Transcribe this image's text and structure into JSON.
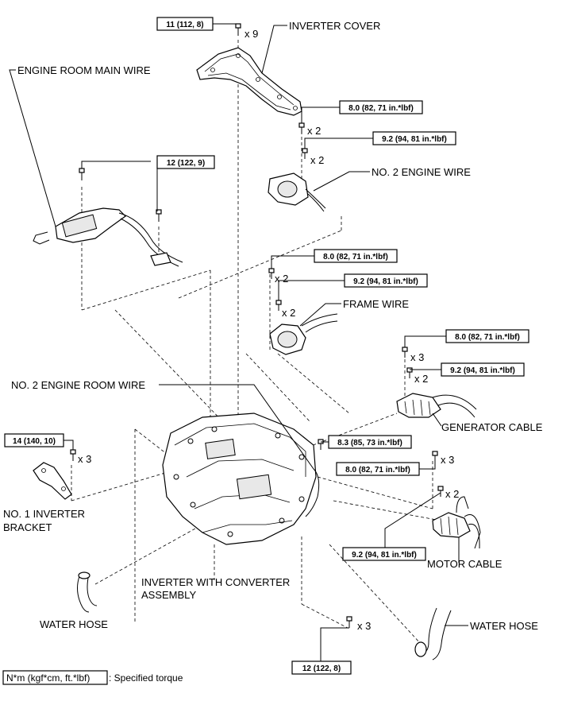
{
  "parts": {
    "inverter_cover": "INVERTER COVER",
    "engine_room_main_wire": "ENGINE ROOM MAIN WIRE",
    "no2_engine_wire": "NO. 2 ENGINE WIRE",
    "frame_wire": "FRAME WIRE",
    "no2_engine_room_wire": "NO. 2 ENGINE ROOM WIRE",
    "generator_cable": "GENERATOR CABLE",
    "no1_inverter_bracket_l1": "NO. 1 INVERTER",
    "no1_inverter_bracket_l2": "BRACKET",
    "inverter_assembly_l1": "INVERTER WITH CONVERTER",
    "inverter_assembly_l2": "ASSEMBLY",
    "motor_cable": "MOTOR CABLE",
    "water_hose_left": "WATER HOSE",
    "water_hose_right": "WATER HOSE"
  },
  "torques": {
    "t_cover": "11 (112, 8)",
    "t_main_wire": "12 (122, 9)",
    "t_eng_a": "8.0 (82, 71 in.*lbf)",
    "t_eng_b": "9.2 (94, 81 in.*lbf)",
    "t_frame_a": "8.0 (82, 71 in.*lbf)",
    "t_frame_b": "9.2 (94, 81 in.*lbf)",
    "t_gen_a": "8.0 (82, 71 in.*lbf)",
    "t_gen_b": "9.2 (94, 81 in.*lbf)",
    "t_bracket": "14 (140, 10)",
    "t_inv_top": "8.3 (85, 73 in.*lbf)",
    "t_motor_a": "8.0 (82, 71 in.*lbf)",
    "t_motor_b": "9.2 (94, 81 in.*lbf)",
    "t_bottom": "12 (122, 8)"
  },
  "quantities": {
    "q_cover": "x 9",
    "q_eng_a": "x 2",
    "q_eng_b": "x 2",
    "q_frame_a": "x 2",
    "q_frame_b": "x 2",
    "q_gen_a": "x 3",
    "q_gen_b": "x 2",
    "q_bracket": "x 3",
    "q_motor_a": "x 3",
    "q_motor_b": "x 2",
    "q_bottom": "x 3"
  },
  "legend": {
    "box_text": "N*m (kgf*cm, ft.*lbf)",
    "description": ": Specified torque"
  }
}
